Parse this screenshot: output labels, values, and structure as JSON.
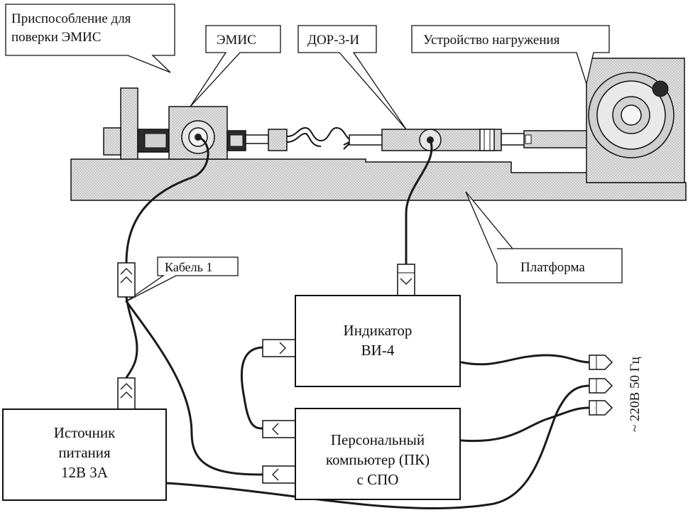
{
  "callouts": {
    "fixture_line1": "Приспособление для",
    "fixture_line2": "поверки ЭМИС",
    "emis": "ЭМИС",
    "dor": "ДОР-3-И",
    "loading_device": "Устройство нагружения",
    "cable1": "Кабель 1",
    "platform": "Платформа"
  },
  "blocks": {
    "indicator_line1": "Индикатор",
    "indicator_line2": "ВИ-4",
    "pc_line1": "Персональный",
    "pc_line2": "компьютер (ПК)",
    "pc_line3": "с СПО",
    "psu_line1": "Источник",
    "psu_line2": "питания",
    "psu_line3": "12В 3А"
  },
  "mains_label": "~ 220В 50 Гц",
  "colors": {
    "stroke": "#111111",
    "platform_fill": "#d6d6d6",
    "box_fill": "#ffffff",
    "mechanism_fill": "#cfcfcf"
  }
}
